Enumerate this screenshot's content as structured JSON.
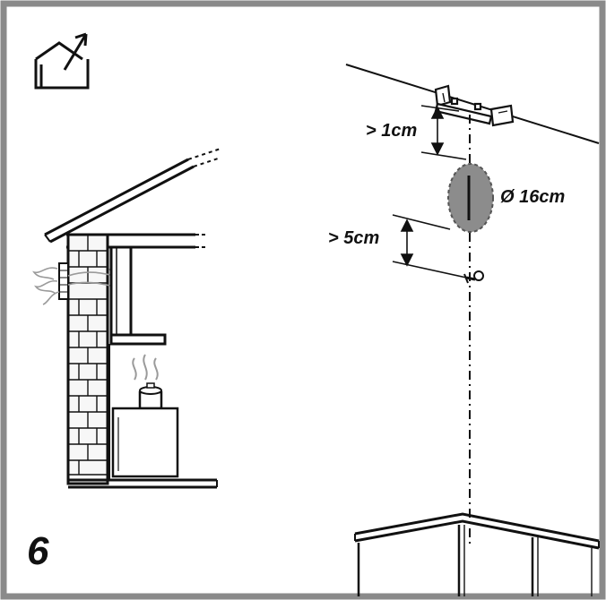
{
  "labels": {
    "clearance_top": "> 1cm",
    "clearance_bottom": "> 5cm",
    "hole_diameter": "Ø 16cm",
    "step_number": "6"
  },
  "icons": {
    "outside_venting": "house-arrow-icon"
  },
  "colors": {
    "border": "#8a8a8a",
    "ink": "#111111",
    "hole_fill": "#8c8c8c",
    "brick_fill": "#f7f7f7"
  }
}
